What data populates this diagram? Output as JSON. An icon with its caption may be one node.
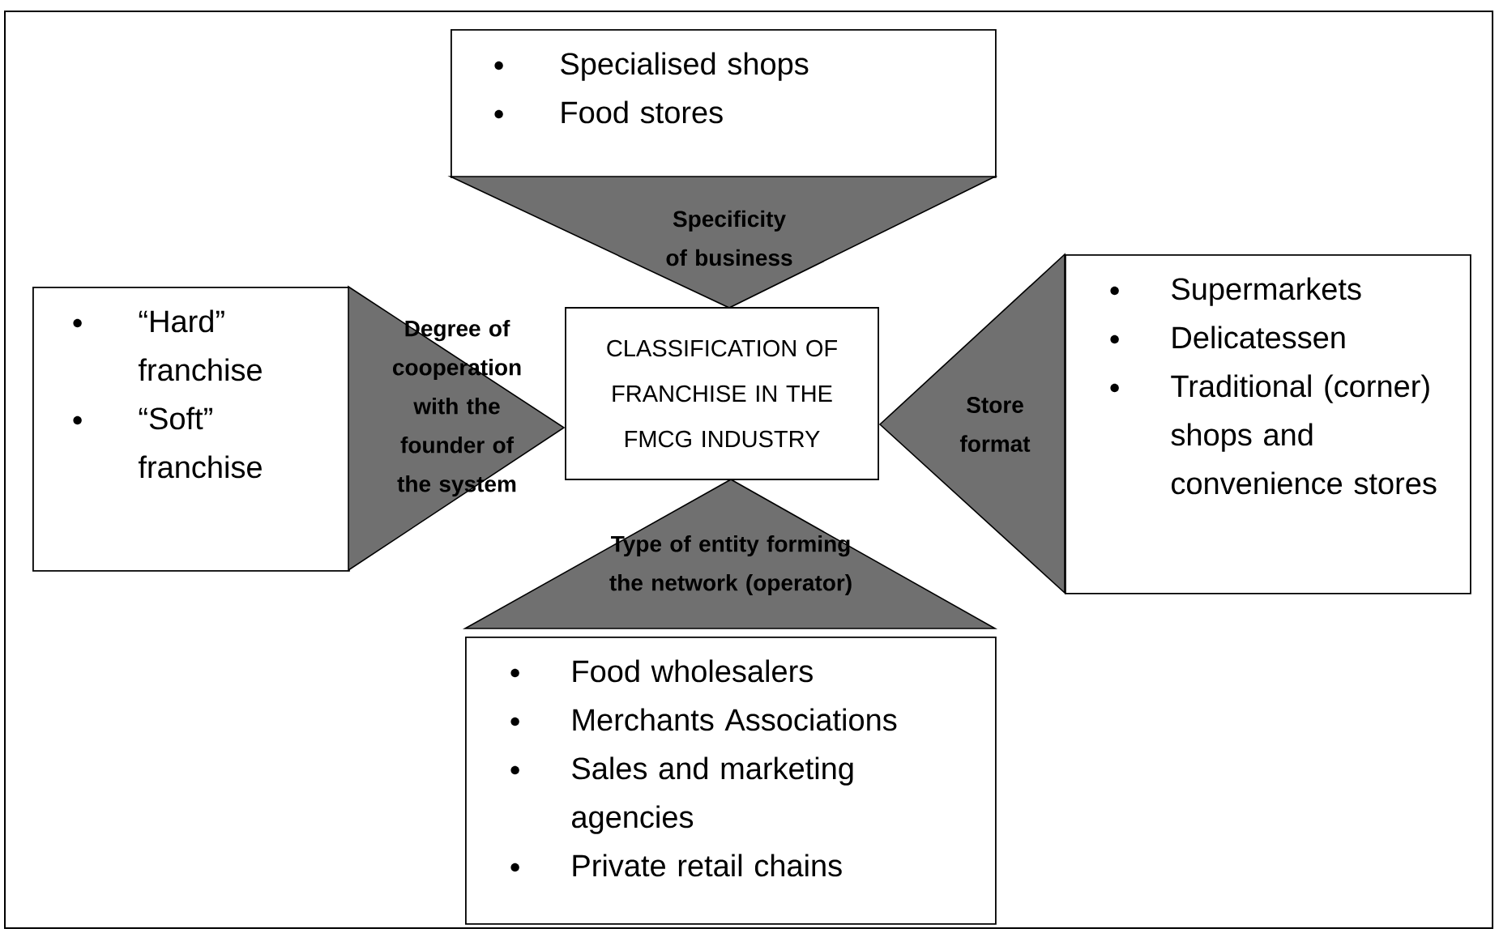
{
  "diagram": {
    "nodes": [
      {
        "text": [
          "CLASSIFICATION OF FRANCHISE IN THE FMCG INDUSTRY"
        ]
      },
      {
        "text": [
          "Specialised shops",
          "Food stores"
        ]
      },
      {
        "text": [
          "Specificity of business"
        ]
      },
      {
        "text": [
          "“Hard” franchise",
          "“Soft” franchise"
        ]
      },
      {
        "text": [
          "Degree of cooperation with the founder of the system"
        ]
      },
      {
        "text": [
          "Supermarkets",
          "Delicatessen",
          "Traditional (corner) shops and convenience stores"
        ]
      },
      {
        "text": [
          "Store format"
        ]
      },
      {
        "text": [
          "Type of entity forming the network (operator)"
        ]
      },
      {
        "text": [
          "Food wholesalers",
          "Merchants Associations",
          "Sales and marketing agencies",
          "Private retail chains"
        ]
      }
    ]
  }
}
